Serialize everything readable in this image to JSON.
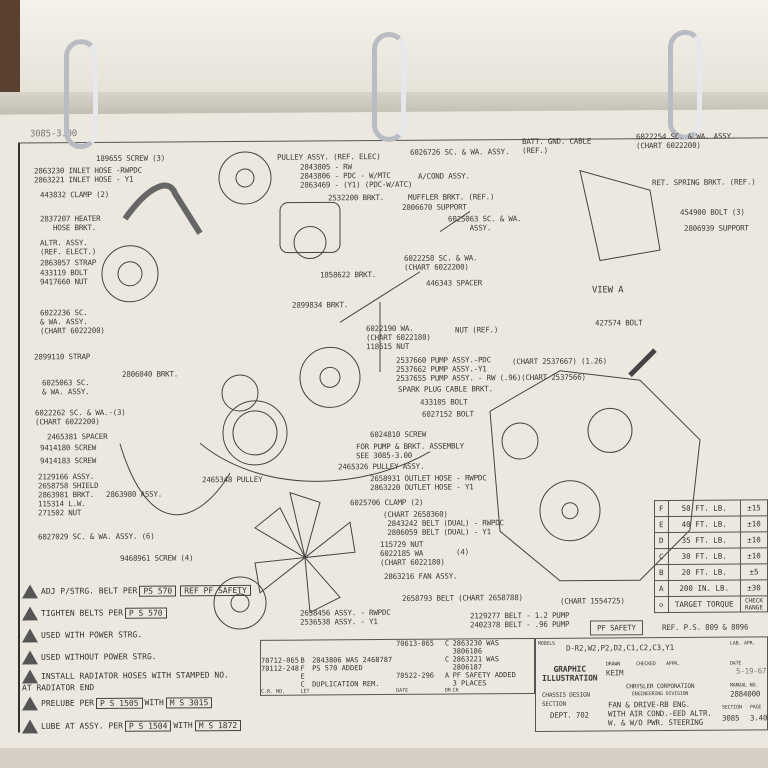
{
  "header": {
    "sheet_no": "3085-3.00"
  },
  "callouts": {
    "screw": "189655 SCREW (3)",
    "inlet_hose": "2863230 INLET HOSE -RWPDC\n2863221 INLET HOSE - Y1",
    "clamp": "443832 CLAMP (2)",
    "heater": "2837207 HEATER\n   HOSE BRKT.",
    "alt": "ALTR. ASSY.\n(REF. ELECT.)",
    "strap": "2863057 STRAP",
    "bolt_nut": "433119 BOLT\n9417660 NUT",
    "pulley_assy": "PULLEY ASSY. (REF. ELEC)",
    "ac": "2843805 - RW\n2843806 - PDC - W/MTC\n2863469 - (Y1) (PDC-W/ATC)",
    "ac_assy": "A/COND ASSY.",
    "brkt_2532200": "2532200 BRKT.",
    "muffler": "MUFFLER BRKT. (REF.)",
    "support_2806670": "2806670 SUPPORT",
    "sc_6026726": "6026726 SC. & WA. ASSY.",
    "sc_6025063_top": "6025063 SC. & WA.\n     ASSY.",
    "sc_6022258": "6022258 SC. & WA.\n(CHART 6022200)",
    "spacer_446343": "446343 SPACER",
    "brkt_1858622": "1858622 BRKT.",
    "brkt_2899834": "2899834 BRKT.",
    "nut_ref": "NUT (REF.)",
    "batt": "BATT. GND. CABLE\n(REF.)",
    "sc_6022254": "6022254 SC. & WA. ASSY.\n(CHART 6022200)",
    "ret_spring": "RET. SPRING BRKT. (REF.)",
    "bolt_454900": "454900 BOLT (3)",
    "support_2806939": "2806939 SUPPORT",
    "view_a": "VIEW A",
    "bolt_427574": "427574 BOLT",
    "sc_6022236": "6022236 SC.\n& WA. ASSY.\n(CHART 6022200)",
    "strap_2899110": "2899110 STRAP",
    "brkt_2806040": "2806040 BRKT.",
    "sc_6025063": "6025063 SC.\n& WA. ASSY.",
    "sc_6022262": "6022262 SC. & WA.-(3)\n(CHART 6022200)",
    "spacer_2465381": "2465381 SPACER",
    "screw_9414180": "9414180 SCREW",
    "screw_9414183": "9414183 SCREW",
    "idler_parts": "2129166 ASSY.\n2658758 SHIELD\n2863981 BRKT.\n115314 L.W.\n271502 NUT",
    "assy_2863980": "2863980 ASSY.",
    "pulley_2465348": "2465348 PULLEY",
    "wa_6022190": "6022190 WA.\n(CHART 6022180)\n118615 NUT",
    "pump": "2537660 PUMP ASSY.-PDC\n2537662 PUMP ASSY.-Y1\n2537655 PUMP ASSY. - RW (.96)(CHART 2537566)",
    "pump_chart": "(CHART 2537667) (1.26)",
    "spark": "SPARK PLUG CABLE BRKT.",
    "bolt_433105": "433105 BOLT",
    "bolt_6027152": "6027152 BOLT",
    "screw_6024810": "6024810 SCREW",
    "for_pump": "FOR PUMP & BRKT. ASSEMBLY\nSEE 3085-3.00",
    "pulley_2465326": "2465326 PULLEY ASSY.",
    "outlet_hose": "2658931 OUTLET HOSE - RWPDC\n2863220 OUTLET HOSE - Y1",
    "clamp_6025706": "6025706 CLAMP (2)",
    "belt_dual": "(CHART 2658360)\n 2843242 BELT (DUAL) - RWPDC\n 2806059 BELT (DUAL) - Y1",
    "fan_nut": "115729 NUT\n6022185 WA\n(CHART 6022180)",
    "fan_nut_qty": "(4)",
    "fan": "2863216 FAN ASSY.",
    "belt_2658793": "2658793 BELT (CHART 2658788)",
    "clutch": "2658456 ASSY. - RWPDC\n2536538 ASSY. - Y1",
    "sc_6027029": "6027029 SC. & WA. ASSY. (6)",
    "screw_9468961": "9468961 SCREW (4)",
    "chart_1554725": "(CHART 1554725)",
    "belt_pump": "2129277 BELT - 1.2 PUMP\n2402378 BELT - .96 PUMP"
  },
  "notes": [
    {
      "n": "7",
      "text": "ADJ P/STRG. BELT PER",
      "ref": "PS 570",
      "ref2": "REF PF SAFETY"
    },
    {
      "n": "6",
      "text": "TIGHTEN BELTS PER",
      "ref": "P S  570"
    },
    {
      "n": "5",
      "text": "USED WITH POWER STRG."
    },
    {
      "n": "4",
      "text": "USED WITHOUT POWER STRG."
    },
    {
      "n": "3",
      "text": "INSTALL RADIATOR HOSES WITH STAMPED NO.\nAT RADIATOR END"
    },
    {
      "n": "2",
      "text": "PRELUBE PER",
      "ref": "P S  1505",
      "mid": "WITH",
      "ref2": "M S  3015"
    },
    {
      "n": "1",
      "text": "LUBE AT ASSY. PER",
      "ref": "P S  1504",
      "mid": "WITH",
      "ref2": "M S  1872"
    }
  ],
  "torque": {
    "rows": [
      [
        "F",
        "50 FT. LB.",
        "±15"
      ],
      [
        "E",
        "40 FT. LB.",
        "±10"
      ],
      [
        "D",
        "35 FT. LB.",
        "±10"
      ],
      [
        "C",
        "30 FT. LB.",
        "±10"
      ],
      [
        "B",
        "20 FT. LB.",
        "±5"
      ],
      [
        "A",
        "200 IN. LB.",
        "±30"
      ]
    ],
    "footer": "TARGET TORQUE",
    "check": "CHECK RANGE",
    "ref": "REF. P.S. 809 & 8096"
  },
  "revisions": {
    "rows": [
      [
        "70613-065",
        "C",
        "2863230 WAS"
      ],
      [
        "",
        "",
        "3806186"
      ],
      [
        "",
        "C",
        "2863221 WAS"
      ],
      [
        "",
        "",
        "2806187"
      ],
      [
        "70522-296",
        "A",
        "PF SAFETY ADDED"
      ],
      [
        "",
        "",
        "3 PLACES"
      ]
    ],
    "left_rows": [
      [
        "70712-065",
        "B",
        "2843806 WAS 2468787"
      ],
      [
        "70112-248",
        "F",
        "PS 570 ADDED"
      ],
      [
        "",
        "E",
        ""
      ],
      [
        "",
        "C",
        "DUPLICATION REM."
      ]
    ],
    "headers": [
      "C.R. NO.",
      "LET",
      "DATE",
      "DR",
      "CK"
    ]
  },
  "pf_safety": "PF SAFETY",
  "title_block": {
    "models_label": "MODELS",
    "models": "D-R2,W2,P2,D2,C1,C2,C3,Y1",
    "graphic": "GRAPHIC\nILLUSTRATION",
    "section": "CHASSIS DESIGN\nSECTION",
    "dept": "DEPT. 702",
    "drawn_label": "DRAWN",
    "drawn": "KEIM",
    "checked_label": "CHECKED",
    "appr_label": "APPR.",
    "corp": "CHRYSLER CORPORATION",
    "division": "ENGINEERING DIVISION",
    "title": "FAN & DRIVE-RB ENG.\nWITH AIR COND.-EED ALTR.\nW. & W/O PWR. STEERING",
    "lab_appr": "LAB. APR.",
    "date_label": "DATE",
    "date": "5-19-67",
    "manual_label": "MANUAL NO.",
    "manual": "2884000",
    "section_label": "SECTION",
    "section_no": "3085",
    "page_label": "PAGE",
    "page": "3.40"
  }
}
